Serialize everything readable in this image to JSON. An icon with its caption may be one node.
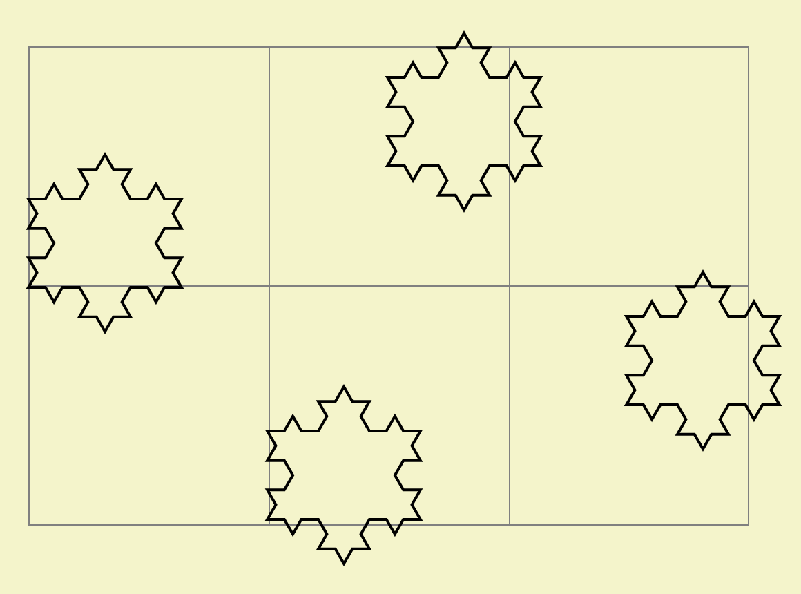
{
  "diagram": {
    "nodes": [
      {
        "text": [],
        "shape": "snowflake"
      },
      {
        "text": [],
        "shape": "snowflake"
      },
      {
        "text": [],
        "shape": "snowflake"
      },
      {
        "text": [],
        "shape": "snowflake"
      }
    ]
  }
}
